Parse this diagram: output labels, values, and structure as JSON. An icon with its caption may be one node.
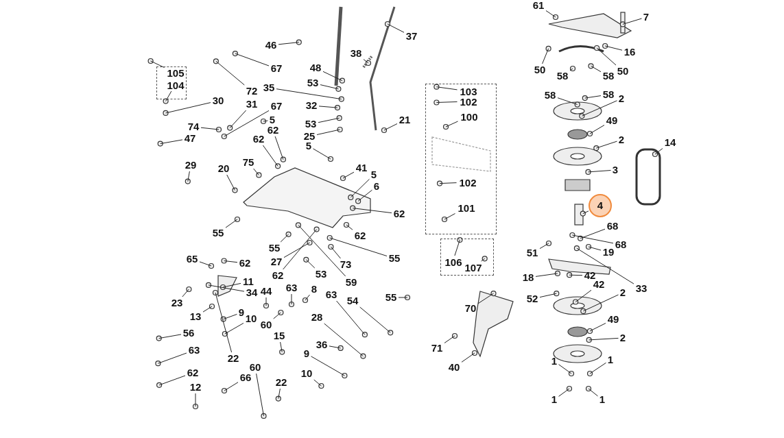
{
  "diagram": {
    "nodes": [
      {
        "text": [],
        "shape": "box"
      },
      {
        "text": [
          "105"
        ],
        "in": 0
      },
      {
        "text": [
          "104"
        ],
        "in": 0
      },
      {
        "text": [
          "37"
        ]
      },
      {
        "text": [
          "46"
        ]
      },
      {
        "text": [
          "38"
        ]
      },
      {
        "text": [
          "67"
        ]
      },
      {
        "text": [
          "48"
        ]
      },
      {
        "text": [
          "53"
        ]
      },
      {
        "text": [
          "35"
        ]
      },
      {
        "text": [
          "30"
        ]
      },
      {
        "text": [
          "72"
        ]
      },
      {
        "text": [
          "31"
        ]
      },
      {
        "text": [
          "67"
        ]
      },
      {
        "text": [
          "32"
        ]
      },
      {
        "text": [
          "5"
        ]
      },
      {
        "text": [
          "53"
        ]
      },
      {
        "text": [
          "74"
        ]
      },
      {
        "text": [
          "21"
        ]
      },
      {
        "text": [
          "62"
        ]
      },
      {
        "text": [
          "25"
        ]
      },
      {
        "text": [
          "47"
        ]
      },
      {
        "text": [
          "62"
        ]
      },
      {
        "text": [
          "5"
        ]
      },
      {
        "text": [
          "29"
        ]
      },
      {
        "text": [
          "75"
        ]
      },
      {
        "text": [
          "20"
        ]
      },
      {
        "text": [
          "41"
        ]
      },
      {
        "text": [
          "5"
        ]
      },
      {
        "text": [
          "6"
        ]
      },
      {
        "text": [
          "62"
        ]
      },
      {
        "text": [
          "55"
        ]
      },
      {
        "text": [
          "62"
        ]
      },
      {
        "text": [
          "55"
        ]
      },
      {
        "text": [
          "55"
        ]
      },
      {
        "text": [
          "73"
        ]
      },
      {
        "text": [
          "59"
        ]
      },
      {
        "text": [
          "55"
        ]
      },
      {
        "text": [
          "65"
        ]
      },
      {
        "text": [
          "62"
        ]
      },
      {
        "text": [
          "11"
        ]
      },
      {
        "text": [
          "27"
        ]
      },
      {
        "text": [
          "53"
        ]
      },
      {
        "text": [
          "62"
        ]
      },
      {
        "text": [
          "63"
        ]
      },
      {
        "text": [
          "44"
        ]
      },
      {
        "text": [
          "34"
        ]
      },
      {
        "text": [
          "8"
        ]
      },
      {
        "text": [
          "63"
        ]
      },
      {
        "text": [
          "54"
        ]
      },
      {
        "text": [
          "23"
        ]
      },
      {
        "text": [
          "13"
        ]
      },
      {
        "text": [
          "9"
        ]
      },
      {
        "text": [
          "10"
        ]
      },
      {
        "text": [
          "60"
        ]
      },
      {
        "text": [
          "28"
        ]
      },
      {
        "text": [
          "56"
        ]
      },
      {
        "text": [
          "15"
        ]
      },
      {
        "text": [
          "36"
        ]
      },
      {
        "text": [
          "63"
        ]
      },
      {
        "text": [
          "22"
        ]
      },
      {
        "text": [
          "9"
        ]
      },
      {
        "text": [
          "60"
        ]
      },
      {
        "text": [
          "10"
        ]
      },
      {
        "text": [
          "62"
        ]
      },
      {
        "text": [
          "22"
        ]
      },
      {
        "text": [
          "12"
        ]
      },
      {
        "text": [
          "66"
        ]
      },
      {
        "text": [],
        "shape": "box"
      },
      {
        "text": [
          "103"
        ],
        "in": 68
      },
      {
        "text": [
          "102"
        ],
        "in": 68
      },
      {
        "text": [
          "100"
        ],
        "in": 68
      },
      {
        "text": [
          "102"
        ],
        "in": 68
      },
      {
        "text": [
          "101"
        ],
        "in": 68
      },
      {
        "text": [],
        "shape": "box"
      },
      {
        "text": [
          "106"
        ],
        "in": 74
      },
      {
        "text": [
          "107"
        ],
        "in": 74
      },
      {
        "text": [
          "70"
        ]
      },
      {
        "text": [
          "71"
        ]
      },
      {
        "text": [
          "40"
        ]
      },
      {
        "text": [
          "61"
        ]
      },
      {
        "text": [
          "7"
        ]
      },
      {
        "text": [
          "16"
        ]
      },
      {
        "text": [
          "50"
        ]
      },
      {
        "text": [
          "58"
        ]
      },
      {
        "text": [
          "58"
        ]
      },
      {
        "text": [
          "50"
        ]
      },
      {
        "text": [
          "58"
        ]
      },
      {
        "text": [
          "58"
        ]
      },
      {
        "text": [
          "2"
        ]
      },
      {
        "text": [
          "49"
        ]
      },
      {
        "text": [
          "2"
        ]
      },
      {
        "text": [
          "14"
        ]
      },
      {
        "text": [
          "3"
        ]
      },
      {
        "text": [
          "4"
        ]
      },
      {
        "text": [
          "68"
        ]
      },
      {
        "text": [
          "68"
        ]
      },
      {
        "text": [
          "19"
        ]
      },
      {
        "text": [
          "51"
        ]
      },
      {
        "text": [
          "18"
        ]
      },
      {
        "text": [
          "42"
        ]
      },
      {
        "text": [
          "42"
        ]
      },
      {
        "text": [
          "33"
        ]
      },
      {
        "text": [
          "52"
        ]
      },
      {
        "text": [
          "2"
        ]
      },
      {
        "text": [
          "49"
        ]
      },
      {
        "text": [
          "2"
        ]
      },
      {
        "text": [
          "1"
        ]
      },
      {
        "text": [
          "1"
        ]
      },
      {
        "text": [
          "1"
        ]
      },
      {
        "text": [
          "1"
        ]
      }
    ],
    "edges": [
      {
        "from": 1,
        "to": null,
        "arrow": "none"
      },
      {
        "from": 2,
        "to": null,
        "arrow": "none"
      },
      {
        "from": 3,
        "to": null,
        "arrow": "none"
      },
      {
        "from": 4,
        "to": null,
        "arrow": "none"
      },
      {
        "from": 5,
        "to": null,
        "arrow": "none"
      },
      {
        "from": 6,
        "to": null,
        "arrow": "none"
      },
      {
        "from": 7,
        "to": null,
        "arrow": "none"
      },
      {
        "from": 8,
        "to": null,
        "arrow": "none"
      },
      {
        "from": 9,
        "to": null,
        "arrow": "none"
      },
      {
        "from": 10,
        "to": null,
        "arrow": "none"
      },
      {
        "from": 11,
        "to": null,
        "arrow": "none"
      },
      {
        "from": 12,
        "to": null,
        "arrow": "none"
      },
      {
        "from": 13,
        "to": null,
        "arrow": "none"
      },
      {
        "from": 14,
        "to": null,
        "arrow": "none"
      },
      {
        "from": 15,
        "to": null,
        "arrow": "none"
      },
      {
        "from": 16,
        "to": null,
        "arrow": "none"
      },
      {
        "from": 17,
        "to": null,
        "arrow": "none"
      },
      {
        "from": 18,
        "to": null,
        "arrow": "none"
      },
      {
        "from": 19,
        "to": null,
        "arrow": "none"
      },
      {
        "from": 20,
        "to": null,
        "arrow": "none"
      },
      {
        "from": 21,
        "to": null,
        "arrow": "none"
      },
      {
        "from": 22,
        "to": null,
        "arrow": "none"
      },
      {
        "from": 23,
        "to": null,
        "arrow": "none"
      },
      {
        "from": 24,
        "to": null,
        "arrow": "none"
      },
      {
        "from": 25,
        "to": null,
        "arrow": "none"
      },
      {
        "from": 26,
        "to": null,
        "arrow": "none"
      },
      {
        "from": 27,
        "to": null,
        "arrow": "none"
      },
      {
        "from": 28,
        "to": null,
        "arrow": "none"
      },
      {
        "from": 29,
        "to": null,
        "arrow": "none"
      },
      {
        "from": 30,
        "to": null,
        "arrow": "none"
      },
      {
        "from": 31,
        "to": null,
        "arrow": "none"
      },
      {
        "from": 32,
        "to": null,
        "arrow": "none"
      },
      {
        "from": 33,
        "to": null,
        "arrow": "none"
      },
      {
        "from": 34,
        "to": null,
        "arrow": "none"
      },
      {
        "from": 35,
        "to": null,
        "arrow": "none"
      },
      {
        "from": 36,
        "to": null,
        "arrow": "none"
      },
      {
        "from": 37,
        "to": null,
        "arrow": "none"
      },
      {
        "from": 38,
        "to": null,
        "arrow": "none"
      },
      {
        "from": 39,
        "to": null,
        "arrow": "none"
      },
      {
        "from": 40,
        "to": null,
        "arrow": "none"
      },
      {
        "from": 41,
        "to": null,
        "arrow": "none"
      },
      {
        "from": 42,
        "to": null,
        "arrow": "none"
      },
      {
        "from": 43,
        "to": null,
        "arrow": "none"
      },
      {
        "from": 44,
        "to": null,
        "arrow": "none"
      },
      {
        "from": 45,
        "to": null,
        "arrow": "none"
      },
      {
        "from": 46,
        "to": null,
        "arrow": "none"
      },
      {
        "from": 47,
        "to": null,
        "arrow": "none"
      },
      {
        "from": 48,
        "to": null,
        "arrow": "none"
      },
      {
        "from": 49,
        "to": null,
        "arrow": "none"
      },
      {
        "from": 50,
        "to": null,
        "arrow": "none"
      },
      {
        "from": 51,
        "to": null,
        "arrow": "none"
      },
      {
        "from": 52,
        "to": null,
        "arrow": "none"
      },
      {
        "from": 53,
        "to": null,
        "arrow": "none"
      },
      {
        "from": 54,
        "to": null,
        "arrow": "none"
      },
      {
        "from": 55,
        "to": null,
        "arrow": "none"
      },
      {
        "from": 56,
        "to": null,
        "arrow": "none"
      },
      {
        "from": 57,
        "to": null,
        "arrow": "none"
      },
      {
        "from": 58,
        "to": null,
        "arrow": "none"
      },
      {
        "from": 59,
        "to": null,
        "arrow": "none"
      },
      {
        "from": 60,
        "to": null,
        "arrow": "none"
      },
      {
        "from": 61,
        "to": null,
        "arrow": "none"
      },
      {
        "from": 62,
        "to": null,
        "arrow": "none"
      },
      {
        "from": 63,
        "to": null,
        "arrow": "none"
      },
      {
        "from": 64,
        "to": null,
        "arrow": "none"
      },
      {
        "from": 65,
        "to": null,
        "arrow": "none"
      },
      {
        "from": 66,
        "to": null,
        "arrow": "none"
      },
      {
        "from": 67,
        "to": null,
        "arrow": "none"
      },
      {
        "from": 69,
        "to": null,
        "arrow": "none"
      },
      {
        "from": 70,
        "to": null,
        "arrow": "none"
      },
      {
        "from": 71,
        "to": null,
        "arrow": "none"
      },
      {
        "from": 72,
        "to": null,
        "arrow": "none"
      },
      {
        "from": 73,
        "to": null,
        "arrow": "none"
      },
      {
        "from": 75,
        "to": null,
        "arrow": "none"
      },
      {
        "from": 76,
        "to": null,
        "arrow": "none"
      },
      {
        "from": 77,
        "to": null,
        "arrow": "none"
      },
      {
        "from": 78,
        "to": null,
        "arrow": "none"
      },
      {
        "from": 79,
        "to": null,
        "arrow": "none"
      },
      {
        "from": 80,
        "to": null,
        "arrow": "none"
      },
      {
        "from": 81,
        "to": null,
        "arrow": "none"
      },
      {
        "from": 82,
        "to": null,
        "arrow": "none"
      },
      {
        "from": 83,
        "to": null,
        "arrow": "none"
      },
      {
        "from": 84,
        "to": null,
        "arrow": "none"
      },
      {
        "from": 85,
        "to": null,
        "arrow": "none"
      },
      {
        "from": 86,
        "to": null,
        "arrow": "none"
      },
      {
        "from": 87,
        "to": null,
        "arrow": "none"
      },
      {
        "from": 88,
        "to": null,
        "arrow": "none"
      },
      {
        "from": 89,
        "to": null,
        "arrow": "none"
      },
      {
        "from": 90,
        "to": null,
        "arrow": "none"
      },
      {
        "from": 91,
        "to": null,
        "arrow": "none"
      },
      {
        "from": 92,
        "to": null,
        "arrow": "none"
      },
      {
        "from": 93,
        "to": null,
        "arrow": "none"
      },
      {
        "from": 94,
        "to": null,
        "arrow": "none"
      },
      {
        "from": 95,
        "to": null,
        "arrow": "none"
      },
      {
        "from": 96,
        "to": null,
        "arrow": "none"
      },
      {
        "from": 97,
        "to": null,
        "arrow": "none"
      },
      {
        "from": 98,
        "to": null,
        "arrow": "none"
      },
      {
        "from": 99,
        "to": null,
        "arrow": "none"
      },
      {
        "from": 100,
        "to": null,
        "arrow": "none"
      },
      {
        "from": 101,
        "to": null,
        "arrow": "none"
      },
      {
        "from": 102,
        "to": null,
        "arrow": "none"
      },
      {
        "from": 103,
        "to": null,
        "arrow": "none"
      },
      {
        "from": 104,
        "to": null,
        "arrow": "none"
      },
      {
        "from": 105,
        "to": null,
        "arrow": "none"
      },
      {
        "from": 106,
        "to": null,
        "arrow": "none"
      },
      {
        "from": 107,
        "to": null,
        "arrow": "none"
      },
      {
        "from": 108,
        "to": null,
        "arrow": "none"
      },
      {
        "from": 109,
        "to": null,
        "arrow": "none"
      },
      {
        "from": 110,
        "to": null,
        "arrow": "none"
      }
    ]
  }
}
